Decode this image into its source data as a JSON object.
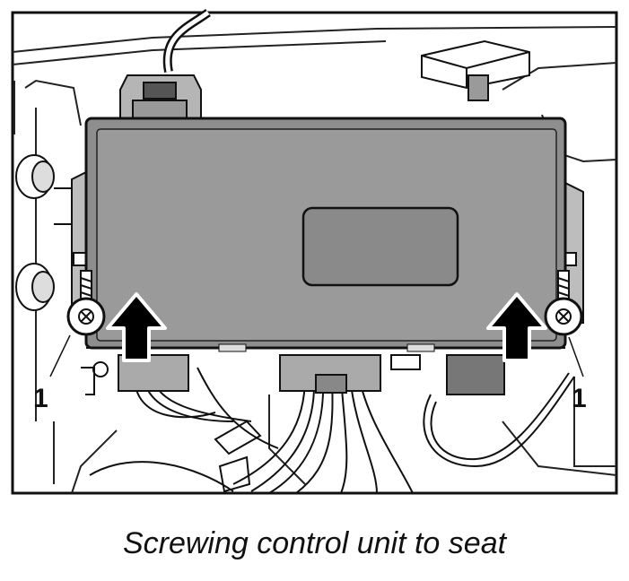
{
  "figure": {
    "callout_left": "1",
    "callout_right": "1",
    "arrow_direction": "up",
    "colors": {
      "background": "#ffffff",
      "line": "#111111",
      "unit_body": "#8e8e8e",
      "unit_panel": "#9a9a9a",
      "arrow": "#000000"
    }
  },
  "caption": "Screwing control unit to seat"
}
